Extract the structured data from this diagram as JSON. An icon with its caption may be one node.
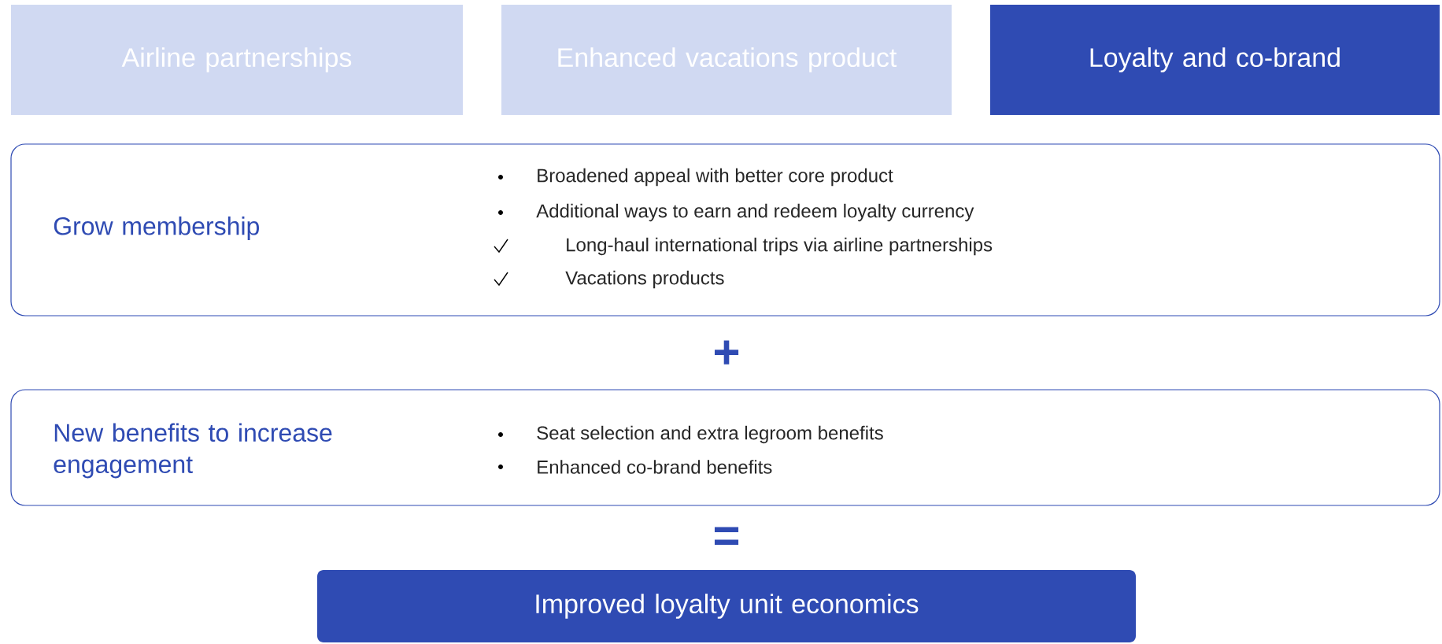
{
  "diagram": {
    "nodes": [
      {
        "text": [
          "Airline partnerships"
        ]
      },
      {
        "text": [
          "Enhanced vacations product"
        ]
      },
      {
        "text": [
          "Loyalty and co-brand"
        ]
      },
      {
        "text": [
          "Grow membership",
          "Broadened appeal with better core product",
          "Additional ways to earn and redeem loyalty currency",
          "Long-haul international trips via airline partnerships",
          "Vacations products"
        ]
      },
      {
        "text": [
          "New benefits to increase engagement",
          "Seat selection and extra legroom benefits",
          "Enhanced co-brand benefits"
        ]
      },
      {
        "text": [
          "Improved loyalty unit economics"
        ]
      }
    ],
    "labels": [
      "+",
      "="
    ]
  }
}
